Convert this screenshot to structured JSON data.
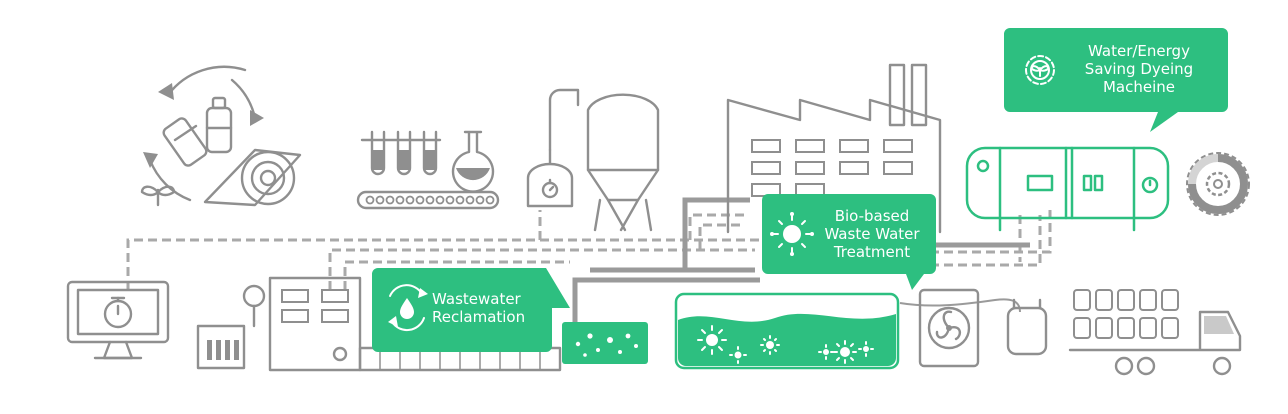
{
  "callouts": {
    "dyeing": {
      "lines": [
        "Water/Energy",
        "Saving Dyeing",
        "Macheine"
      ],
      "icon": "gear-leaf-icon"
    },
    "biobased": {
      "lines": [
        "Bio-based",
        "Waste Water",
        "Treatment"
      ],
      "icon": "microbe-icon"
    },
    "reclamation": {
      "lines": [
        "Wastewater",
        "Reclamation"
      ],
      "icon": "water-recycle-icon"
    }
  },
  "colors": {
    "accent": "#2dbf80",
    "line": "#8f8f8f",
    "dashed": "#a9a9a9"
  }
}
